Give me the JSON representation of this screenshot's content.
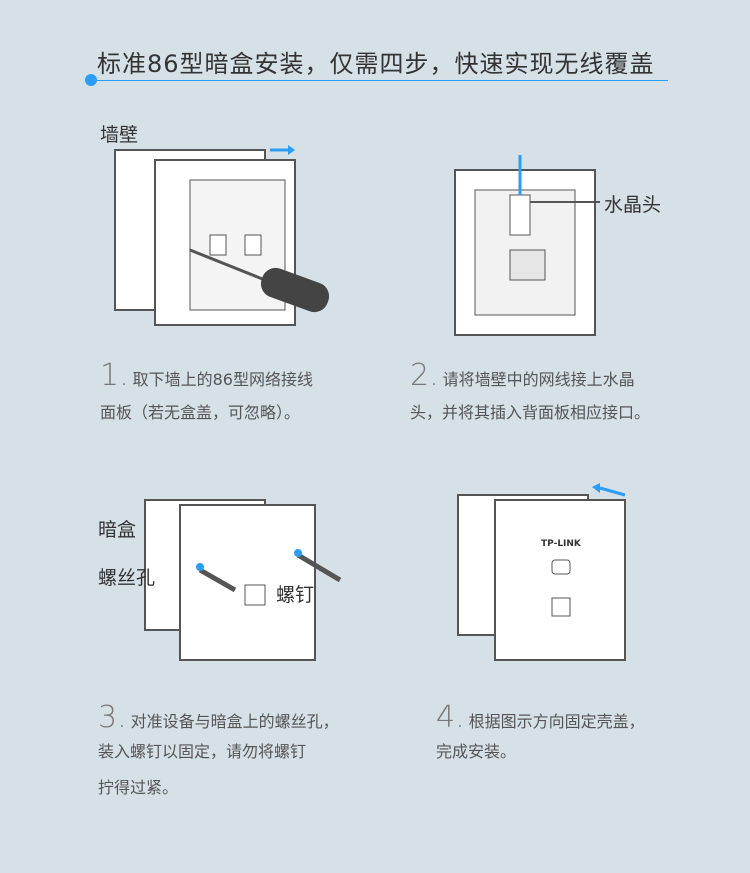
{
  "title": "标准86型暗盒安装，仅需四步，快速实现无线覆盖",
  "accent": "#2a9df4",
  "steps": [
    {
      "num": "1.",
      "text1": "取下墙上的86型网络接线",
      "text2": "面板（若无盒盖，可忽略）。",
      "labels": {
        "wall": "墙壁"
      }
    },
    {
      "num": "2.",
      "text1": "请将墙壁中的网线接上水晶",
      "text2": "头，并将其插入背面板相应接口。",
      "labels": {
        "connector": "水晶头"
      }
    },
    {
      "num": "3.",
      "text1": "对准设备与暗盒上的螺丝孔，",
      "text2": "装入螺钉以固定，请勿将螺钉",
      "text3": "拧得过紧。",
      "labels": {
        "box": "暗盒",
        "hole": "螺丝孔",
        "screw": "螺钉"
      }
    },
    {
      "num": "4.",
      "text1": "根据图示方向固定壳盖，",
      "text2": "完成安装。",
      "labels": {
        "brand": "TP-LINK"
      }
    }
  ]
}
